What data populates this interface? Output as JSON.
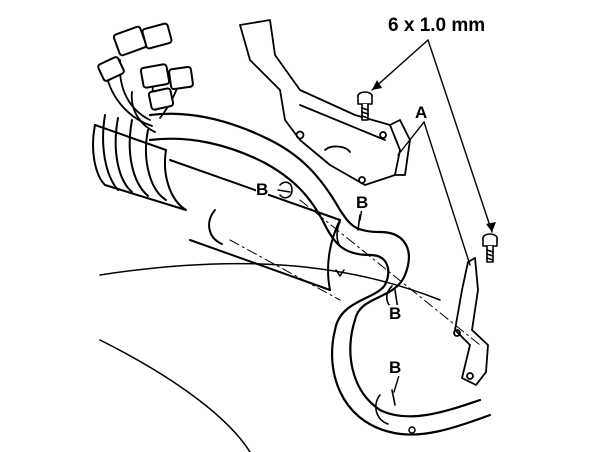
{
  "labels": {
    "bolt_spec": "6 x 1.0 mm",
    "bracket": "A",
    "clamp_1": "B",
    "clamp_2": "B",
    "clamp_3": "B",
    "clamp_4": "B"
  },
  "colors": {
    "line": "#000000",
    "background": "#ffffff"
  }
}
